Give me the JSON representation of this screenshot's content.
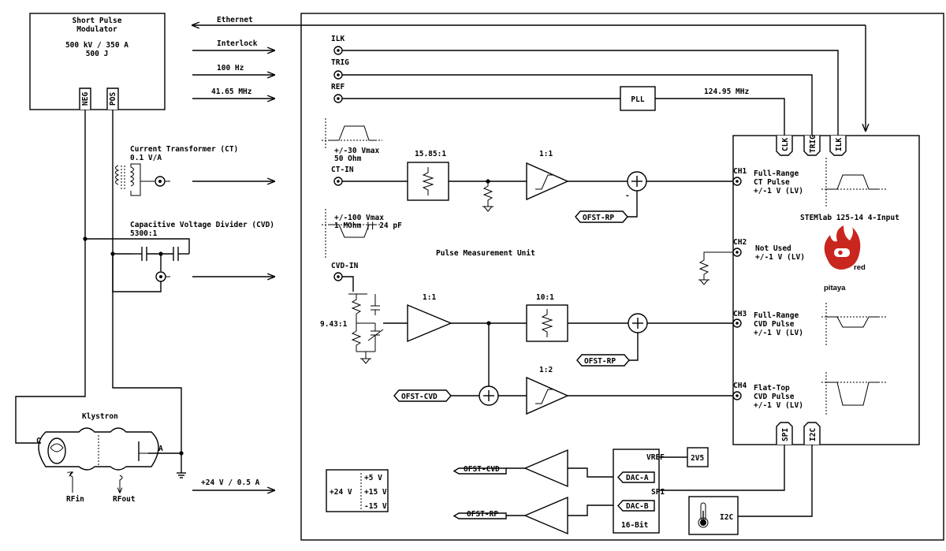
{
  "modulator": {
    "title1": "Short Pulse",
    "title2": "Modulator",
    "spec1": "500 kV / 350 A",
    "spec2": "500 J",
    "neg": "NEG",
    "pos": "POS"
  },
  "signals": {
    "ethernet": "Ethernet",
    "interlock": "Interlock",
    "hz100": "100 Hz",
    "mhz4165": "41.65 MHz",
    "supply": "+24 V / 0.5 A"
  },
  "ct": {
    "title": "Current Transformer (CT)",
    "ratio": "0.1 V/A"
  },
  "cvd": {
    "title": "Capacitive Voltage Divider (CVD)",
    "ratio": "5300:1"
  },
  "klystron": {
    "title": "Klystron",
    "cathode": "C",
    "anode": "A",
    "rf_in": "RFin",
    "rf_out": "RFout"
  },
  "pmu": {
    "title": "Pulse Measurement Unit",
    "ilk": "ILK",
    "trig": "TRIG",
    "ref": "REF",
    "pll": "PLL",
    "pll_freq": "124.95 MHz",
    "ct_in": "CT-IN",
    "ct_spec1": "+/-30 Vmax",
    "ct_spec2": "50 Ohm",
    "cvd_in": "CVD-IN",
    "cvd_spec1": "+/-100 Vmax",
    "cvd_spec2": "1 MOhm || 24 pF",
    "ct_atten": "15.85:1",
    "ct_buf": "1:1",
    "cvd_div": "9.43:1",
    "cvd_buf": "1:1",
    "cvd_atten": "10:1",
    "cvd_ft": "1:2",
    "ofst_rp": "OFST-RP",
    "ofst_cvd": "OFST-CVD",
    "psu_in": "+24 V",
    "psu_5": "+5 V",
    "psu_15": "+15 V",
    "psu_m15": "-15 V",
    "dac_vref": "VREF",
    "dac_2v5": "2V5",
    "dac_a": "DAC-A",
    "dac_b": "DAC-B",
    "dac_spi": "SPI",
    "dac_bits": "16-Bit",
    "temp_i2c": "I2C"
  },
  "stemlab": {
    "title": "STEMlab 125-14 4-Input",
    "clk": "CLK",
    "trig": "TRIG",
    "ilk": "ILK",
    "spi": "SPI",
    "i2c": "I2C",
    "ch1": "CH1",
    "ch1_1": "Full-Range",
    "ch1_2": "CT Pulse",
    "ch1_3": "+/-1 V (LV)",
    "ch2": "CH2",
    "ch2_1": "Not Used",
    "ch2_2": "+/-1 V (LV)",
    "ch3": "CH3",
    "ch3_1": "Full-Range",
    "ch3_2": "CVD Pulse",
    "ch3_3": "+/-1 V (LV)",
    "ch4": "CH4",
    "ch4_1": "Flat-Top",
    "ch4_2": "CVD Pulse",
    "ch4_3": "+/-1 V (LV)",
    "logo1": "red",
    "logo2": "pitaya"
  },
  "colors": {
    "logo": "#c8261e"
  }
}
